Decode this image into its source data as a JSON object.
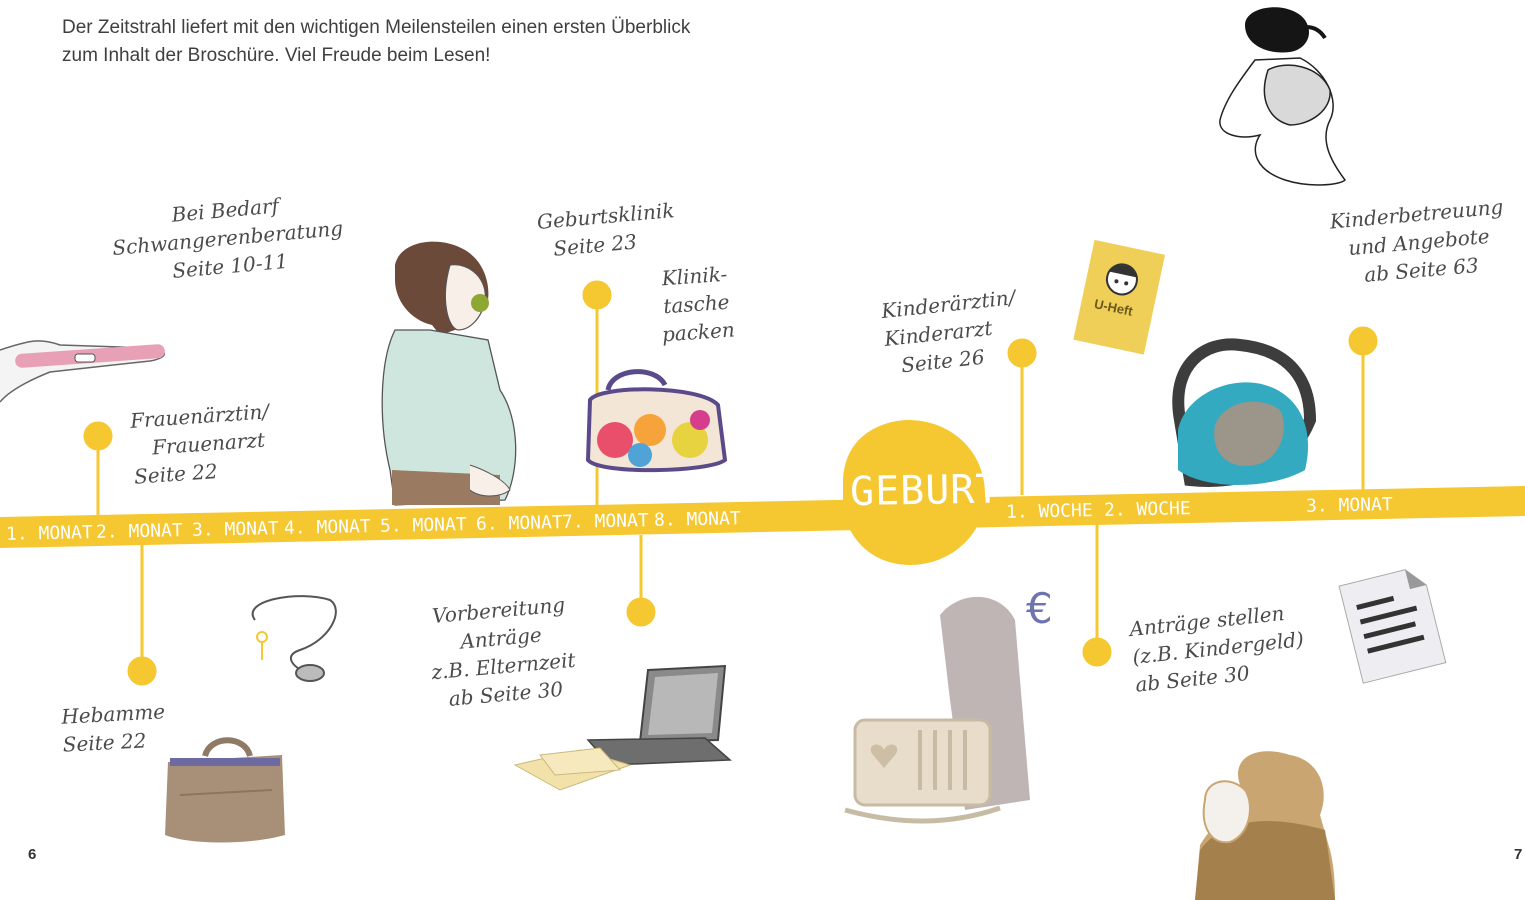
{
  "intro_text": "Der Zeitstrahl liefert mit den wichtigen Meilensteilen einen ersten Überblick zum Inhalt der Broschüre. Viel Freude beim Lesen!",
  "accent_color": "#f5c731",
  "timeline": {
    "center_label": "GEBURT",
    "months_before": [
      "1. MONAT",
      "2. MONAT",
      "3. MONAT",
      "4. MONAT",
      "5. MONAT",
      "6. MONAT",
      "7. MONAT",
      "8. MONAT"
    ],
    "after": [
      "1. WOCHE",
      "2. WOCHE",
      "3. MONAT"
    ]
  },
  "notes": {
    "schwangerenberatung": [
      "Bei Bedarf",
      "Schwangerenberatung",
      "Seite 10-11"
    ],
    "frauenarzt": [
      "Frauenärztin/",
      "Frauenarzt",
      "Seite 22"
    ],
    "hebamme": [
      "Hebamme",
      "Seite 22"
    ],
    "geburtsklinik": [
      "Geburtsklinik",
      "Seite 23"
    ],
    "kliniktasche": [
      "Klinik-",
      "tasche",
      "packen"
    ],
    "vorbereitung": [
      "Vorbereitung",
      "Anträge",
      "z.B. Elternzeit",
      "ab Seite 30"
    ],
    "kinderarzt": [
      "Kinderärztin/",
      "Kinderarzt",
      "Seite 26"
    ],
    "antraege": [
      "Anträge stellen",
      "(z.B. Kindergeld)",
      "ab Seite 30"
    ],
    "kinderbetreuung": [
      "Kinderbetreuung",
      "und Angebote",
      "ab Seite 63"
    ]
  },
  "uheft_label": "U-Heft",
  "euro_symbol": "€",
  "page_numbers": {
    "left": "6",
    "right": "7"
  },
  "icons": [
    "pregnancy-test-icon",
    "stethoscope-icon",
    "midwife-bag-icon",
    "pregnant-woman-icon",
    "hospital-bag-icon",
    "laptop-icon",
    "documents-icon",
    "cradle-icon",
    "euro-icon",
    "u-heft-icon",
    "baby-car-seat-icon",
    "form-document-icon",
    "crawling-baby-icon",
    "father-with-baby-icon"
  ]
}
